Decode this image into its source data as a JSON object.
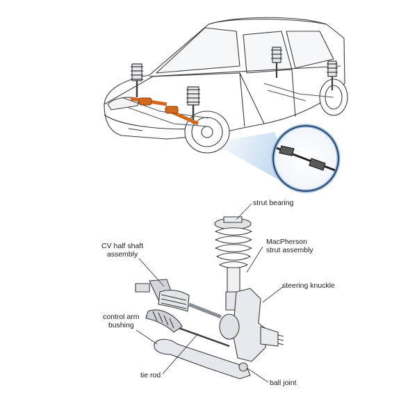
{
  "labels": {
    "strut_bearing": "strut bearing",
    "macpherson_strut_line1": "MacPherson",
    "macpherson_strut_line2": "strut assembly",
    "cv_half_shaft_line1": "CV half shaft",
    "cv_half_shaft_line2": "assembly",
    "steering_knuckle": "steering knuckle",
    "control_arm_bushing_line1": "control arm",
    "control_arm_bushing_line2": "bushing",
    "tie_rod": "tie rod",
    "ball_joint": "ball joint"
  },
  "colors": {
    "line": "#3a3a3a",
    "part_fill": "#e9ecf0",
    "part_shade": "#c9ced6",
    "highlight_orange": "#d2691e",
    "inset_border": "#1f2a44",
    "inset_glow": "#8fb6dd"
  }
}
